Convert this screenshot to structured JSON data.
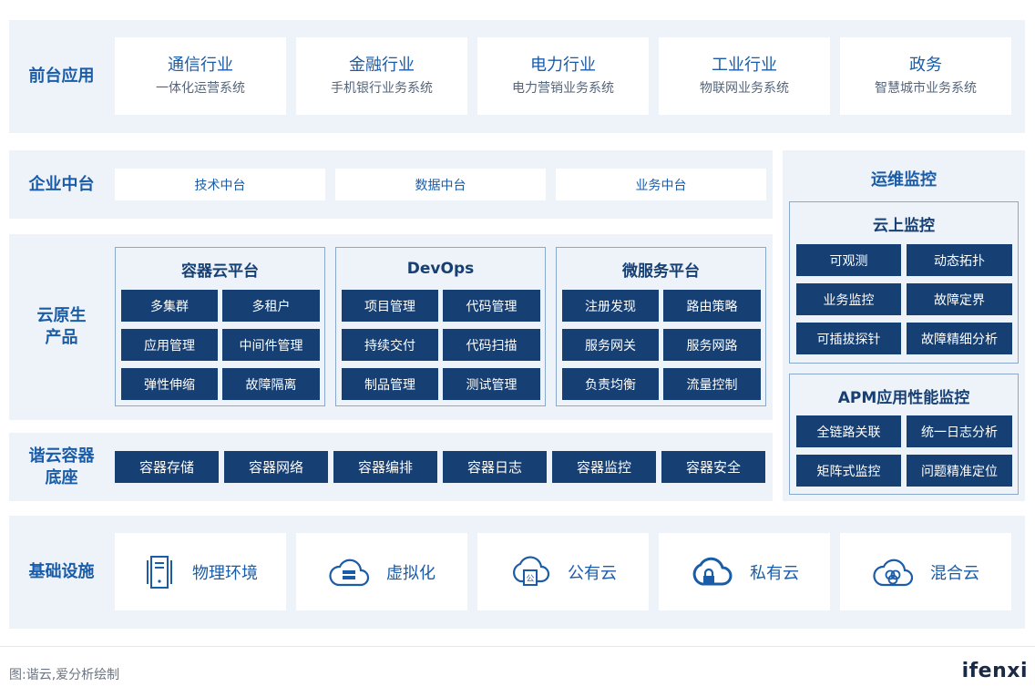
{
  "frontend": {
    "label": "前台应用",
    "cards": [
      {
        "title": "通信行业",
        "subtitle": "一体化运营系统"
      },
      {
        "title": "金融行业",
        "subtitle": "手机银行业务系统"
      },
      {
        "title": "电力行业",
        "subtitle": "电力营销业务系统"
      },
      {
        "title": "工业行业",
        "subtitle": "物联网业务系统"
      },
      {
        "title": "政务",
        "subtitle": "智慧城市业务系统"
      }
    ]
  },
  "middle": {
    "label": "企业中台",
    "items": [
      "技术中台",
      "数据中台",
      "业务中台"
    ]
  },
  "cloudnative": {
    "label_line1": "云原生",
    "label_line2": "产品",
    "groups": [
      {
        "title": "容器云平台",
        "items": [
          "多集群",
          "多租户",
          "应用管理",
          "中间件管理",
          "弹性伸缩",
          "故障隔离"
        ]
      },
      {
        "title": "DevOps",
        "items": [
          "项目管理",
          "代码管理",
          "持续交付",
          "代码扫描",
          "制品管理",
          "测试管理"
        ]
      },
      {
        "title": "微服务平台",
        "items": [
          "注册发现",
          "路由策略",
          "服务网关",
          "服务网路",
          "负责均衡",
          "流量控制"
        ]
      }
    ]
  },
  "base": {
    "label_line1": "谐云容器",
    "label_line2": "底座",
    "items": [
      "容器存储",
      "容器网络",
      "容器编排",
      "容器日志",
      "容器监控",
      "容器安全"
    ]
  },
  "ops": {
    "title": "运维监控",
    "cloud": {
      "title": "云上监控",
      "items": [
        "可观测",
        "动态拓扑",
        "业务监控",
        "故障定界",
        "可插拔探针",
        "故障精细分析"
      ]
    },
    "apm": {
      "title": "APM应用性能监控",
      "items": [
        "全链路关联",
        "统一日志分析",
        "矩阵式监控",
        "问题精准定位"
      ]
    }
  },
  "infra": {
    "label": "基础设施",
    "items": [
      {
        "label": "物理环境",
        "icon": "server-icon"
      },
      {
        "label": "虚拟化",
        "icon": "cloud-storage-icon"
      },
      {
        "label": "公有云",
        "icon": "public-cloud-icon"
      },
      {
        "label": "私有云",
        "icon": "private-cloud-lock-icon"
      },
      {
        "label": "混合云",
        "icon": "hybrid-cloud-icon"
      }
    ]
  },
  "footer": {
    "caption": "图:谐云,爱分析绘制",
    "logo": "ifenxi"
  },
  "colors": {
    "dark_box": "#163f73",
    "label_blue": "#1a5ca8",
    "band_bg": "#eef3f9",
    "frame_border": "#8aa8c9"
  }
}
